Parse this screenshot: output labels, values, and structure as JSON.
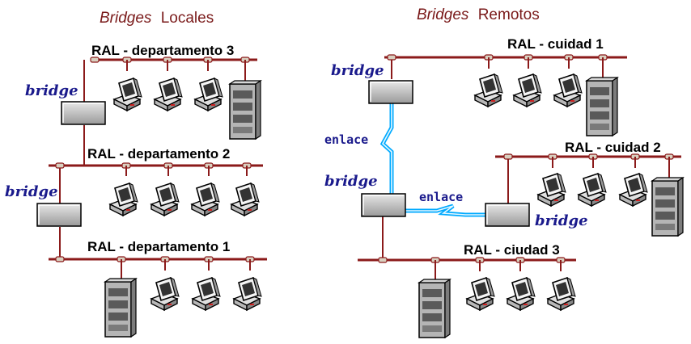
{
  "local": {
    "title_italic": "Bridges",
    "title_rest": "Locales",
    "networks": [
      "RAL - departamento 3",
      "RAL - departamento 2",
      "RAL - departamento 1"
    ],
    "bridge_labels": [
      "bridge",
      "bridge"
    ]
  },
  "remote": {
    "title_italic": "Bridges",
    "title_rest": "Remotos",
    "networks": [
      "RAL - cuidad 1",
      "RAL - cuidad 2",
      "RAL - ciudad 3"
    ],
    "bridge_labels": [
      "bridge",
      "bridge",
      "bridge"
    ],
    "link_labels": [
      "enlace",
      "enlace"
    ]
  },
  "colors": {
    "bus": "#8b1a1a",
    "title": "#7a1a1a",
    "bridge_label": "#1a1a8c",
    "link": "#00aaff",
    "device_gray": "#b0b0b0"
  }
}
